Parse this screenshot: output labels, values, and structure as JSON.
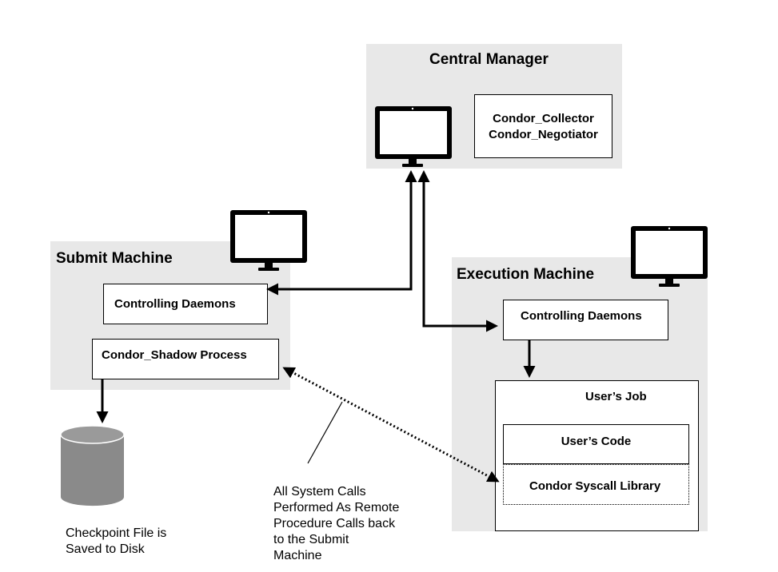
{
  "central_manager": {
    "title": "Central Manager",
    "collector": "Condor_Collector",
    "negotiator": "Condor_Negotiator"
  },
  "submit_machine": {
    "title": "Submit Machine",
    "controlling_daemons": "Controlling Daemons",
    "shadow_process": "Condor_Shadow Process"
  },
  "execution_machine": {
    "title": "Execution Machine",
    "controlling_daemons": "Controlling Daemons",
    "users_job": "User’s Job",
    "users_code": "User’s Code",
    "syscall_library": "Condor Syscall Library"
  },
  "annotations": {
    "rpc_lines": [
      "All System Calls",
      "Performed As Remote",
      "Procedure Calls back",
      "to the Submit",
      "Machine"
    ],
    "checkpoint_lines": [
      "Checkpoint File is",
      "Saved to Disk"
    ]
  },
  "icons": [
    "monitor-icon",
    "disk-icon"
  ]
}
